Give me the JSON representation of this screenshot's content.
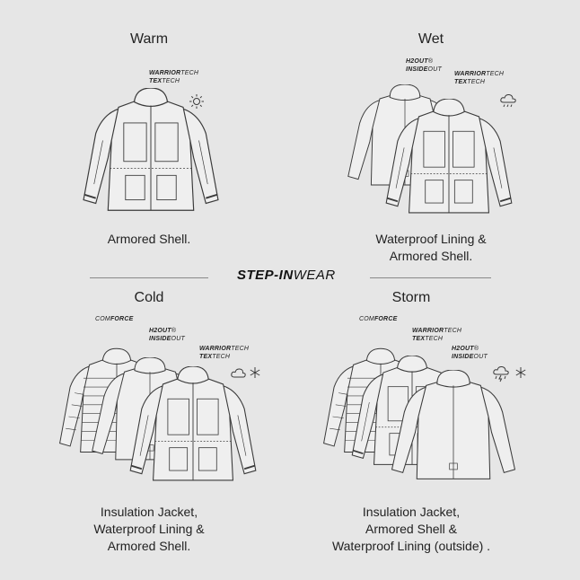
{
  "center_title": {
    "bold": "STEP-IN",
    "light": "WEAR"
  },
  "panels": {
    "warm": {
      "title": "Warm",
      "caption_lines": [
        "Armored Shell."
      ],
      "labels": [
        {
          "lines": [
            [
              "WARRIOR",
              "TECH"
            ],
            [
              "TEX",
              "TECH"
            ]
          ]
        }
      ],
      "weather_icons": [
        "sun-icon"
      ]
    },
    "wet": {
      "title": "Wet",
      "caption_lines": [
        "Waterproof Lining &",
        "Armored Shell."
      ],
      "labels": [
        {
          "lines": [
            [
              "H2OUT",
              "®"
            ],
            [
              "INSIDE",
              "OUT"
            ]
          ]
        },
        {
          "lines": [
            [
              "WARRIOR",
              "TECH"
            ],
            [
              "TEX",
              "TECH"
            ]
          ]
        }
      ],
      "weather_icons": [
        "rain-cloud-icon"
      ]
    },
    "cold": {
      "title": "Cold",
      "caption_lines": [
        "Insulation Jacket,",
        "Waterproof Lining &",
        "Armored Shell."
      ],
      "labels": [
        {
          "lines": [
            [
              "COM",
              "FORCE"
            ]
          ]
        },
        {
          "lines": [
            [
              "H2OUT",
              "®"
            ],
            [
              "INSIDE",
              "OUT"
            ]
          ]
        },
        {
          "lines": [
            [
              "WARRIOR",
              "TECH"
            ],
            [
              "TEX",
              "TECH"
            ]
          ]
        }
      ],
      "weather_icons": [
        "cloud-icon",
        "snowflake-icon"
      ]
    },
    "storm": {
      "title": "Storm",
      "caption_lines": [
        "Insulation Jacket,",
        "Armored Shell &",
        "Waterproof Lining (outside) ."
      ],
      "labels": [
        {
          "lines": [
            [
              "COM",
              "FORCE"
            ]
          ]
        },
        {
          "lines": [
            [
              "WARRIOR",
              "TECH"
            ],
            [
              "TEX",
              "TECH"
            ]
          ]
        },
        {
          "lines": [
            [
              "H2OUT",
              "®"
            ],
            [
              "INSIDE",
              "OUT"
            ]
          ]
        }
      ],
      "weather_icons": [
        "storm-cloud-icon",
        "snowflake-icon"
      ]
    }
  },
  "colors": {
    "background": "#e6e6e6",
    "line": "#3a3a3a",
    "fill": "#efefef"
  }
}
